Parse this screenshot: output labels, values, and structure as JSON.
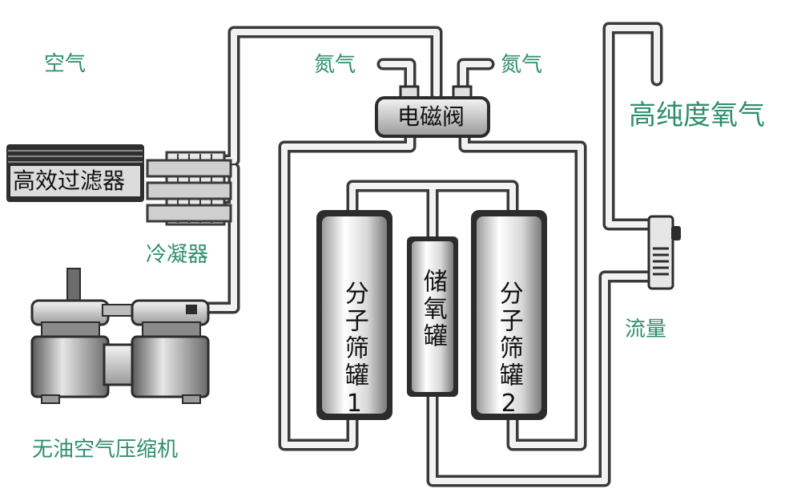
{
  "labels": {
    "air": "空气",
    "nitrogen_left": "氮气",
    "nitrogen_right": "氮气",
    "high_purity_oxygen": "高纯度氧气",
    "condenser": "冷凝器",
    "compressor": "无油空气压缩机",
    "flow": "流量"
  },
  "components": {
    "filter": "高效过滤器",
    "valve": "电磁阀",
    "sieve_1": "分子筛罐1",
    "storage": "储氧罐",
    "sieve_2": "分子筛罐2"
  },
  "colors": {
    "label_green": "#2f8f6b",
    "pipe_dark": "#3a3a3a",
    "pipe_light": "#f2f2f2",
    "tank_dark": "#2c2c2c",
    "tank_light": "#efefef"
  }
}
